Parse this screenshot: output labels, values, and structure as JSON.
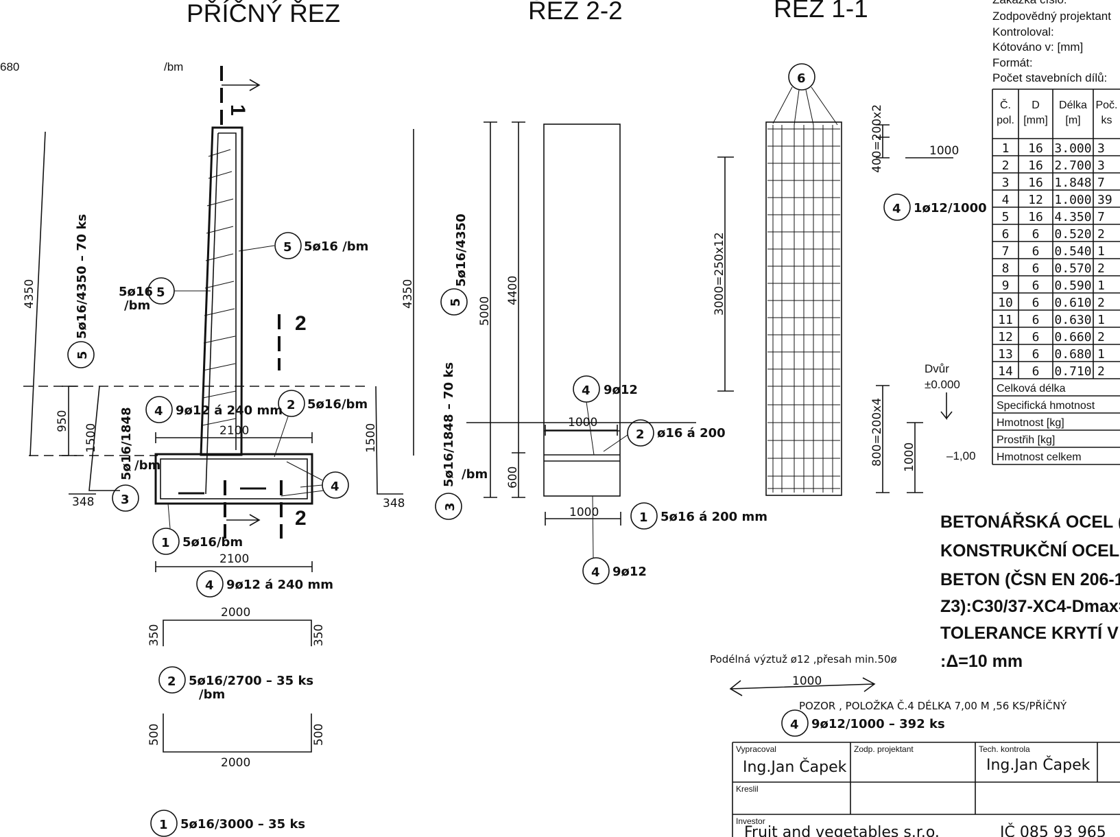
{
  "titles": {
    "cross_section": "PŘÍČNÝ ŘEZ",
    "section_2_2": "ŘEZ 2-2",
    "section_1_1": "ŘEZ 1-1"
  },
  "header_info": {
    "line1": "Zakázka číslo:",
    "line2": "Zodpovědný projektant",
    "line3": "Kontroloval:",
    "line4": "Kótováno v: [mm]",
    "line5": "Formát:",
    "line6": "Počet stavebních dílů:"
  },
  "cross_section": {
    "top_left_num": "680",
    "bm_top": "/bm",
    "cut_mark_1": "1",
    "cut_mark_2_upper": "2",
    "cut_mark_2_lower": "2",
    "dim_4350": "4350",
    "dim_950": "950",
    "dim_1500_left": "1500",
    "dim_1500_right": "1500",
    "dim_348_left": "348",
    "dim_348_right": "348",
    "dim_2100_top": "2100",
    "dim_2100_bottom": "2100",
    "dim_4350_right": "4350",
    "label_5_right": "5ø16 /bm",
    "label_5_left_a": "5ø16",
    "label_5_left_b": "/bm",
    "label_5_vertical": "5ø16/4350 – 70 ks",
    "label_4_top": "9ø12 á 240 mm",
    "label_2_right": "5ø16/bm",
    "label_3_vertical": "5ø16/1848",
    "label_3_bm": "/bm",
    "label_1": "5ø16/bm",
    "label_4_bottom": "9ø12 á 240 mm",
    "circle_1": "1",
    "circle_2": "2",
    "circle_3": "3",
    "circle_4": "4",
    "circle_5": "5"
  },
  "bending_shapes": {
    "shape2_top": "2000",
    "shape2_left": "350",
    "shape2_right": "350",
    "shape2_label": "5ø16/2700 – 35 ks",
    "shape2_bm": "/bm",
    "shape1_left": "500",
    "shape1_right": "500",
    "shape1_bottom": "2000",
    "shape1_label": "5ø16/3000 – 35 ks"
  },
  "section_22": {
    "label_5_vertical": "5ø16/4350",
    "label_3_vertical": "5ø16/1848 – 70 ks",
    "label_3_bm": "/bm",
    "dim_5000": "5000",
    "dim_4400": "4400",
    "dim_600": "600",
    "dim_1000_top": "1000",
    "dim_1000_bottom": "1000",
    "label_4_top": "9ø12",
    "label_2": "ø16 á 200",
    "label_1": "5ø16 á 200 mm",
    "label_4_bottom": "9ø12"
  },
  "section_11": {
    "dim_400": "400=200x2",
    "dim_3000": "3000=250x12",
    "dim_800": "800=200x4",
    "dim_1000_v": "1000",
    "dim_1000_h": "1000",
    "label_4": "1ø12/1000",
    "dvur": "Dvůr",
    "level_0": "±0.000",
    "level_m1": "–1,00",
    "circle_6": "6"
  },
  "table": {
    "headers": [
      "Č. pol.",
      "D [mm]",
      "Délka [m]",
      "Poč. ks"
    ],
    "rows": [
      [
        "1",
        "16",
        "3.000",
        "3"
      ],
      [
        "2",
        "16",
        "2.700",
        "3"
      ],
      [
        "3",
        "16",
        "1.848",
        "7"
      ],
      [
        "4",
        "12",
        "1.000",
        "39"
      ],
      [
        "5",
        "16",
        "4.350",
        "7"
      ],
      [
        "6",
        "6",
        "0.520",
        "2"
      ],
      [
        "7",
        "6",
        "0.540",
        "1"
      ],
      [
        "8",
        "6",
        "0.570",
        "2"
      ],
      [
        "9",
        "6",
        "0.590",
        "1"
      ],
      [
        "10",
        "6",
        "0.610",
        "2"
      ],
      [
        "11",
        "6",
        "0.630",
        "1"
      ],
      [
        "12",
        "6",
        "0.660",
        "2"
      ],
      [
        "13",
        "6",
        "0.680",
        "1"
      ],
      [
        "14",
        "6",
        "0.710",
        "2"
      ]
    ],
    "summary": [
      "Celková délka",
      "Specifická hmotnost",
      "Hmotnost [kg]",
      "Prostřih [kg]",
      "Hmotnost celkem"
    ]
  },
  "notes": {
    "line1": "BETONÁŘSKÁ OCEL (",
    "line2": "KONSTRUKČNÍ OCEL",
    "line3": "BETON (ČSN EN 206-1",
    "line4": "Z3):C30/37-XC4-Dmax=",
    "line5": "TOLERANCE KRYTÍ V",
    "line6": ":Δ=10 mm"
  },
  "bottom_notes": {
    "longitudinal": "Podélná výztuž ø12 ,přesah min.50ø",
    "dim_1000": "1000",
    "pozor": "POZOR , POLOŽKA Č.4 DÉLKA  7,00 M ,56 KS/PŘÍČNÝ",
    "label_4": "9ø12/1000 – 392 ks"
  },
  "title_block": {
    "vypracoval_lbl": "Vypracoval",
    "vypracoval_val": "Ing.Jan Čapek",
    "zodp_lbl": "Zodp. projektant",
    "tech_lbl": "Tech. kontrola",
    "tech_val": "Ing.Jan Čapek",
    "kreslil_lbl": "Kreslil",
    "investor_lbl": "Investor",
    "investor_val": "Fruit and vegetables s.r.o.",
    "ico": "IČ 085 93 965"
  }
}
